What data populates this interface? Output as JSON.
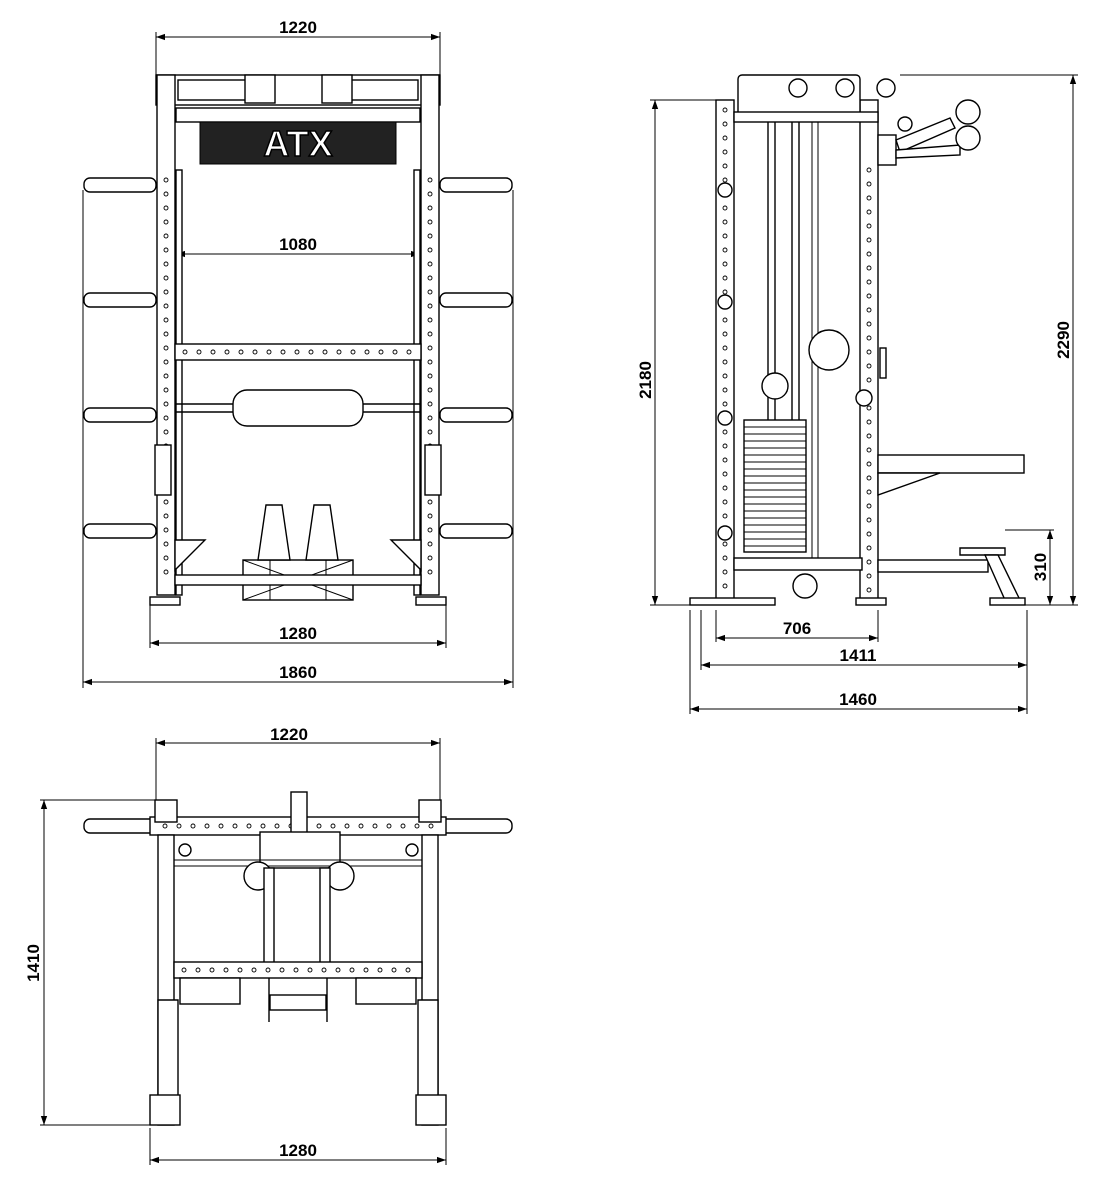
{
  "logo": "ATX",
  "front_view": {
    "dims": {
      "top_width": "1220",
      "inner_width": "1080",
      "base_width": "1280",
      "overall_width": "1860"
    }
  },
  "side_view": {
    "dims": {
      "height_frame": "2180",
      "height_total": "2290",
      "height_bench": "310",
      "depth_inner": "706",
      "depth_mid": "1411",
      "depth_total": "1460"
    }
  },
  "top_view": {
    "dims": {
      "top_width": "1220",
      "depth": "1410",
      "base_width": "1280"
    }
  }
}
